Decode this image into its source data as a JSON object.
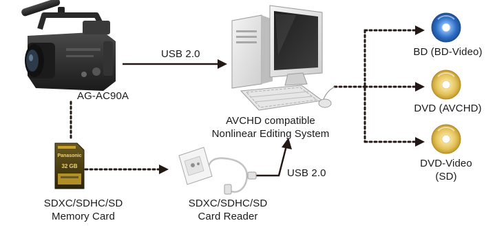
{
  "labels": {
    "camcorder": "AG-AC90A",
    "usb_top": "USB 2.0",
    "usb_reader": "USB 2.0",
    "nle_line1": "AVCHD compatible",
    "nle_line2": "Nonlinear Editing System",
    "sd_line1": "SDXC/SDHC/SD",
    "sd_line2": "Memory Card",
    "reader_line1": "SDXC/SDHC/SD",
    "reader_line2": "Card Reader",
    "bd": "BD (BD-Video)",
    "dvd_avchd": "DVD (AVCHD)",
    "dvd_video_line1": "DVD-Video",
    "dvd_video_line2": "(SD)"
  },
  "sd_card": {
    "brand": "Panasonic",
    "capacity": "32 GB"
  },
  "colors": {
    "line": "#231815",
    "camera_body": "#2b2b2b",
    "monitor_body": "#e9e9e9",
    "sd_card": "#c8a02a",
    "bd_disc": "#2f6fc4",
    "dvd_disc": "#e3c25a"
  },
  "icons": {
    "camcorder": "camcorder-icon",
    "computer": "computer-icon",
    "sd_card": "sd-card-icon",
    "card_reader": "card-reader-icon",
    "bd": "bluray-disc-icon",
    "dvd": "dvd-disc-icon"
  }
}
